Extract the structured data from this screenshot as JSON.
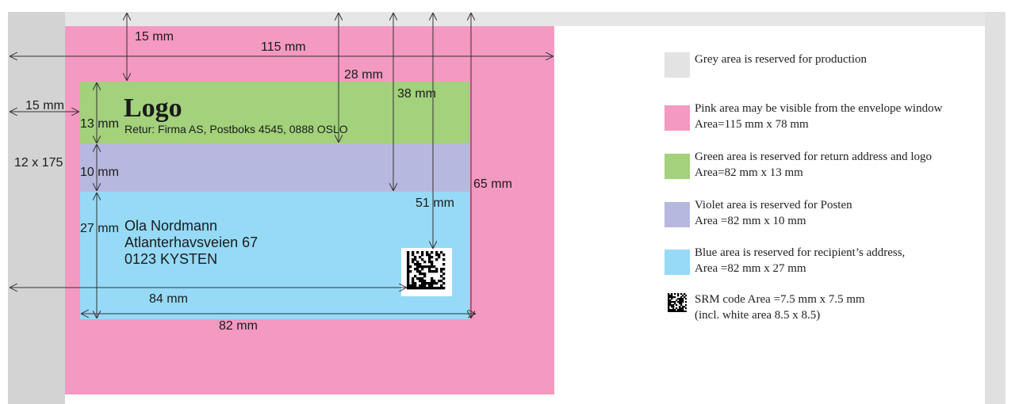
{
  "colors": {
    "grey": "#dddddd",
    "grey_dark": "#d0d0d0",
    "pink": "#f499c1",
    "green": "#a3d17c",
    "violet": "#b7b8df",
    "blue": "#96daf7"
  },
  "envelope": {
    "logo_text": "Logo",
    "return_address": "Retur: Firma AS, Postboks 4545, 0888 OSLO",
    "recipient_lines": [
      "Ola Nordmann",
      "Atlanterhavsveien 67",
      "0123 KYSTEN"
    ]
  },
  "dimensions": {
    "side_label": "12 x 175",
    "top_15": "15 mm",
    "width_115": "115 mm",
    "left_15": "15 mm",
    "d28": "28 mm",
    "d38": "38 mm",
    "d13": "13 mm",
    "d10": "10 mm",
    "d65": "65 mm",
    "d51": "51 mm",
    "d27": "27 mm",
    "d84": "84 mm",
    "d82": "82 mm"
  },
  "legend": [
    {
      "name": "grey",
      "color": "#e3e3e3",
      "lines": [
        "Grey area is reserved for production"
      ]
    },
    {
      "name": "pink",
      "color": "#f499c1",
      "lines": [
        "Pink area may be visible from the envelope window",
        "Area=115 mm x 78 mm"
      ]
    },
    {
      "name": "green",
      "color": "#a3d17c",
      "lines": [
        "Green area is reserved for return address and logo",
        "Area=82 mm x 13 mm"
      ]
    },
    {
      "name": "violet",
      "color": "#b7b8df",
      "lines": [
        "Violet area is reserved for Posten",
        "Area =82 mm x 10 mm"
      ]
    },
    {
      "name": "blue",
      "color": "#96daf7",
      "lines": [
        "Blue area is reserved for recipient’s address,",
        "Area =82 mm x 27 mm"
      ]
    },
    {
      "name": "srm",
      "icon": "qr-code-icon",
      "lines": [
        "SRM code Area =7.5 mm x 7.5 mm",
        "(incl. white area 8.5 x 8.5)"
      ]
    }
  ]
}
